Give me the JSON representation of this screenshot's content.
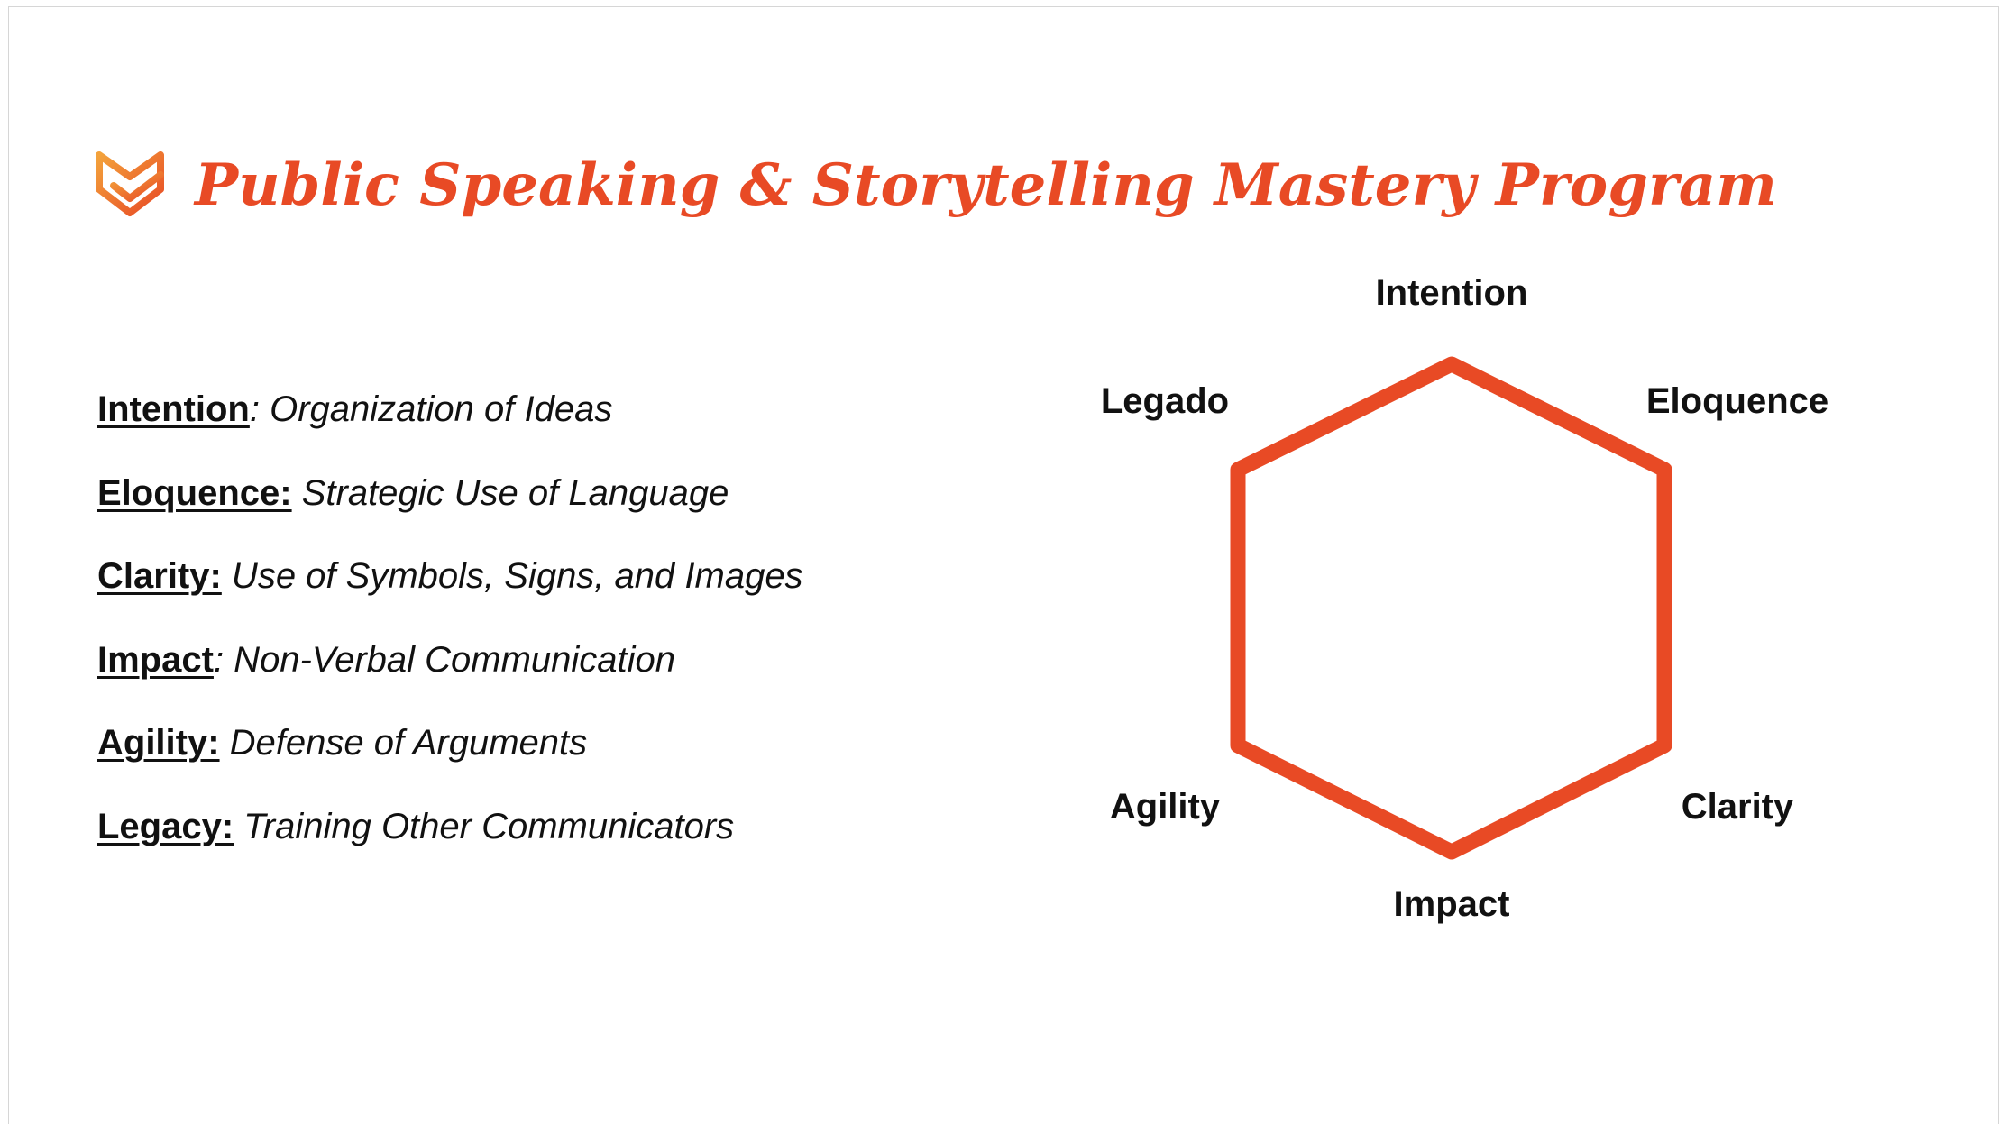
{
  "title": "Public Speaking & Storytelling Mastery Program",
  "colors": {
    "accent": "#e84a25",
    "logo_gradient_start": "#f3a23b",
    "logo_gradient_end": "#e84a25",
    "text": "#111111"
  },
  "logo_icon": "chevron-shield-icon",
  "definitions": [
    {
      "term": "Intention",
      "sep": ":",
      "desc": " Organization of Ideas"
    },
    {
      "term": "Eloquence:",
      "sep": "",
      "desc": " Strategic Use of Language"
    },
    {
      "term": "Clarity:",
      "sep": "",
      "desc": " Use of Symbols, Signs, and Images"
    },
    {
      "term": "Impact",
      "sep": ":",
      "desc": " Non-Verbal Communication"
    },
    {
      "term": "Agility:",
      "sep": "",
      "desc": " Defense of Arguments"
    },
    {
      "term": "Legacy:",
      "sep": "",
      "desc": " Training Other Communicators"
    }
  ],
  "hexagon": {
    "labels": {
      "top": "Intention",
      "top_right": "Eloquence",
      "bottom_right": "Clarity",
      "bottom": "Impact",
      "bottom_left": "Agility",
      "top_left": "Legado"
    }
  }
}
